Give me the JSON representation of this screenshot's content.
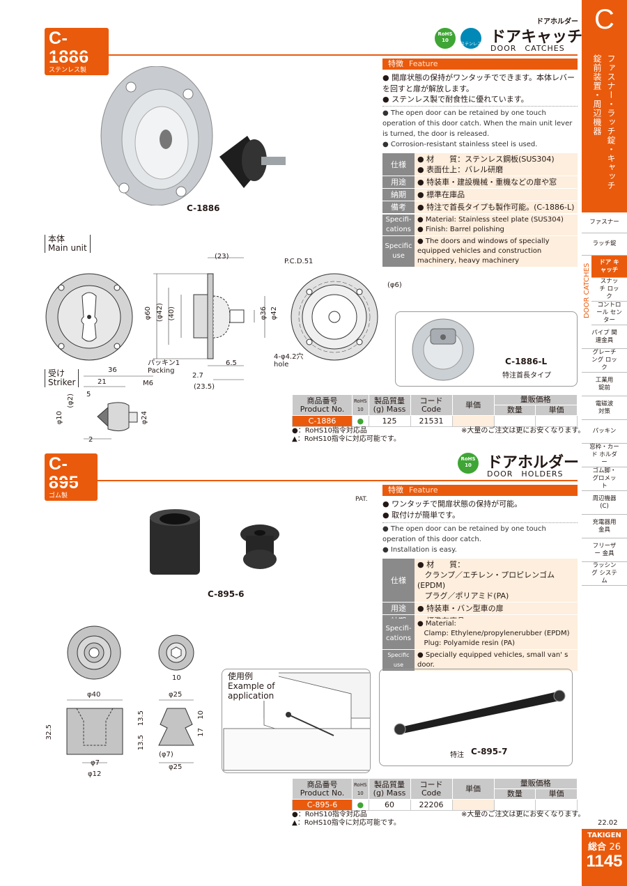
{
  "header": {
    "category_small": "ドアホルダー",
    "category_letter": "C"
  },
  "side_tab": {
    "letter": "C",
    "vertical_title": "ファスナー・ラッチ錠・キャッチ錠前装置・周辺機器",
    "vertical_col1": "ファスナー・ラッチ錠・キャッチ",
    "vertical_col2": "錠前装置・周辺機器",
    "door_catches_vertical": "DOOR CATCHES",
    "items": [
      {
        "label": "ファスナー"
      },
      {
        "label": "ラッチ錠"
      },
      {
        "label": "ドア キャッチ",
        "active": true
      },
      {
        "label": "スナッチ ロック"
      },
      {
        "label": "コントロール センター"
      },
      {
        "label": "パイプ 関連金具"
      },
      {
        "label": "グレーチング ロック"
      },
      {
        "label": "工業用 錠前"
      },
      {
        "label": "電磁波 対策"
      },
      {
        "label": "パッキン"
      },
      {
        "label": "窓枠・カード ホルダー"
      },
      {
        "label": "ゴム脚・ グロメット"
      },
      {
        "label": "周辺機器 (C)"
      },
      {
        "label": "充電器用 金具"
      },
      {
        "label": "フリーザー 金具"
      },
      {
        "label": "ラッシング システム"
      }
    ],
    "date": "22.02",
    "brand": "TAKIGEN",
    "sogo_label": "総合",
    "sogo_num": "26",
    "page": "1145"
  },
  "c1886": {
    "code": "C-1886",
    "material": "ステンレス製",
    "rohs": "RoHS 10",
    "stainless_badge": "ステンレス",
    "title_jp": "ドアキャッチ",
    "title_en": "DOOR　CATCHES",
    "feature_label": "特徴",
    "feature_label_en": "Feature",
    "features_jp": [
      "開扉状態の保持がワンタッチでできます。本体レバーを回すと扉が解放します。",
      "ステンレス製で耐食性に優れています。"
    ],
    "features_en": [
      "The open door can be retained by one touch operation of this door catch. When the main unit lever is turned, the door is released.",
      "Corrosion-resistant stainless steel is used."
    ],
    "spec_jp": [
      {
        "label": "仕様",
        "lines": [
          "材　　質：ステンレス鋼板(SUS304)",
          "表面仕上：バレル研磨"
        ]
      },
      {
        "label": "用途",
        "lines": [
          "特装車・建設機械・重機などの扉や窓"
        ]
      },
      {
        "label": "納期",
        "lines": [
          "標準在庫品"
        ]
      },
      {
        "label": "備考",
        "lines": [
          "特注で首長タイプも製作可能。(C-1886-L)"
        ]
      }
    ],
    "spec_en": [
      {
        "label": "Specifi-cations",
        "lines": [
          "Material: Stainless steel plate (SUS304)",
          "Finish: Barrel polishing"
        ]
      },
      {
        "label": "Specific use",
        "lines": [
          "The doors and windows of specially equipped vehicles and construction machinery, heavy machinery"
        ]
      }
    ],
    "photo_caption": "C-1886",
    "main_unit_jp": "本体",
    "main_unit_en": "Main unit",
    "striker_jp": "受け",
    "striker_en": "Striker",
    "dims": {
      "d23": "(23)",
      "d60": "φ60",
      "d42p": "(φ42)",
      "d40": "(40)",
      "d36": "φ36",
      "d42": "φ42",
      "packing": "パッキン1",
      "packing_en": "Packing",
      "d65": "6.5",
      "d27": "2.7",
      "d235": "(23.5)",
      "pcd": "P.C.D.51",
      "d6": "(φ6)",
      "hole": "4-φ4.2穴",
      "hole_en": "hole",
      "s36": "36",
      "s21": "21",
      "s5": "5",
      "m6": "M6",
      "s2p": "(φ2)",
      "s10": "φ10",
      "s24": "φ24",
      "s2": "2"
    },
    "l_caption": "C-1886-L",
    "l_note": "特注首長タイプ",
    "table": {
      "headers": [
        "商品番号 Product No.",
        "RoHS 10",
        "製品質量(g) Mass",
        "コード Code",
        "単価",
        "量販価格",
        "数量",
        "単価"
      ],
      "rows": [
        {
          "pn": "C-1886",
          "rohs": "●",
          "mass": "125",
          "code": "21531"
        }
      ]
    },
    "notes": [
      "●：RoHS10指令対応品",
      "▲：RoHS10指令に対応可能です。"
    ],
    "bulk_note": "※大量のご注文は更にお安くなります。"
  },
  "c895": {
    "code": "C-895",
    "material": "ゴム製",
    "rohs": "RoHS 10",
    "title_jp": "ドアホルダー",
    "title_en": "DOOR　HOLDERS",
    "pat": "PAT.",
    "feature_label": "特徴",
    "feature_label_en": "Feature",
    "features_jp": [
      "ワンタッチで開扉状態の保持が可能。",
      "取付けが簡単です。"
    ],
    "features_en": [
      "The open door can be retained by one touch operation of this door catch.",
      "Installation is easy."
    ],
    "spec_jp": [
      {
        "label": "仕様",
        "lines": [
          "材　　質：",
          "クランプ／エチレン・プロピレンゴム(EPDM)",
          "プラグ／ポリアミド(PA)"
        ]
      },
      {
        "label": "用途",
        "lines": [
          "特装車・バン型車の扉"
        ]
      },
      {
        "label": "納期",
        "lines": [
          "標準在庫品"
        ]
      }
    ],
    "spec_en": [
      {
        "label": "Specifi-cations",
        "lines": [
          "Material:",
          "Clamp: Ethylene/propylenerubber (EPDM)",
          "Plug: Polyamide resin (PA)"
        ]
      },
      {
        "label": "Specific use",
        "lines": [
          "Specially equipped vehicles, small van' s door."
        ]
      }
    ],
    "photo_caption": "C-895-6",
    "example_jp": "使用例",
    "example_en": "Example of application",
    "special_label": "特注",
    "special_code": "C-895-7",
    "dims": {
      "d10": "10",
      "d40": "φ40",
      "d25": "φ25",
      "d325": "32.5",
      "d135a": "13.5",
      "d135b": "13.5",
      "d10v": "10",
      "d17": "17",
      "d7": "(φ7)",
      "d7s": "φ7",
      "d12": "φ12",
      "d25b": "φ25"
    },
    "table": {
      "headers": [
        "商品番号 Product No.",
        "RoHS 10",
        "製品質量(g) Mass",
        "コード Code",
        "単価",
        "量販価格",
        "数量",
        "単価"
      ],
      "rows": [
        {
          "pn": "C-895-6",
          "rohs": "●",
          "mass": "60",
          "code": "22206"
        }
      ]
    },
    "notes": [
      "●：RoHS10指令対応品",
      "▲：RoHS10指令に対応可能です。"
    ],
    "bulk_note": "※大量のご注文は更にお安くなります。"
  }
}
